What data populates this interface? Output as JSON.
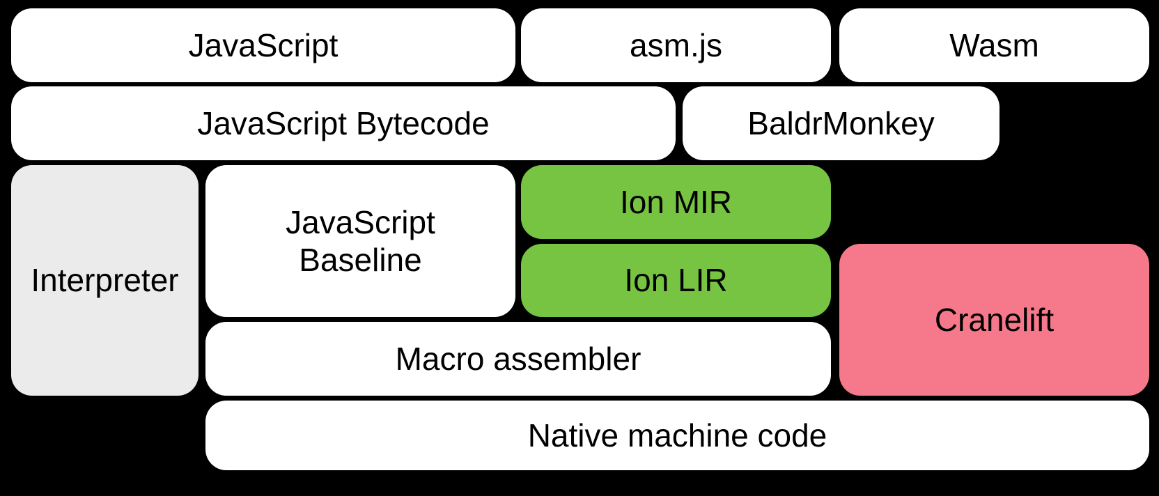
{
  "colors": {
    "background": "#000000",
    "box_white": "#FFFFFF",
    "box_gray": "#EBEBEB",
    "box_green": "#76C442",
    "box_pink": "#F5798A",
    "label_text": "#000000"
  },
  "nodes": {
    "javascript": {
      "label": "JavaScript",
      "color": "#FFFFFF"
    },
    "asmjs": {
      "label": "asm.js",
      "color": "#FFFFFF"
    },
    "wasm": {
      "label": "Wasm",
      "color": "#FFFFFF"
    },
    "bytecode": {
      "label": "JavaScript Bytecode",
      "color": "#FFFFFF"
    },
    "baldrmonkey": {
      "label": "BaldrMonkey",
      "color": "#FFFFFF"
    },
    "interpreter": {
      "label": "Interpreter",
      "color": "#EBEBEB"
    },
    "baseline": {
      "lines": [
        "JavaScript",
        "Baseline"
      ],
      "color": "#FFFFFF"
    },
    "ion_mir": {
      "label": "Ion MIR",
      "color": "#76C442"
    },
    "ion_lir": {
      "label": "Ion LIR",
      "color": "#76C442"
    },
    "cranelift": {
      "label": "Cranelift",
      "color": "#F5798A"
    },
    "macro_assembler": {
      "label": "Macro assembler",
      "color": "#FFFFFF"
    },
    "native_code": {
      "label": "Native machine code",
      "color": "#FFFFFF"
    }
  }
}
